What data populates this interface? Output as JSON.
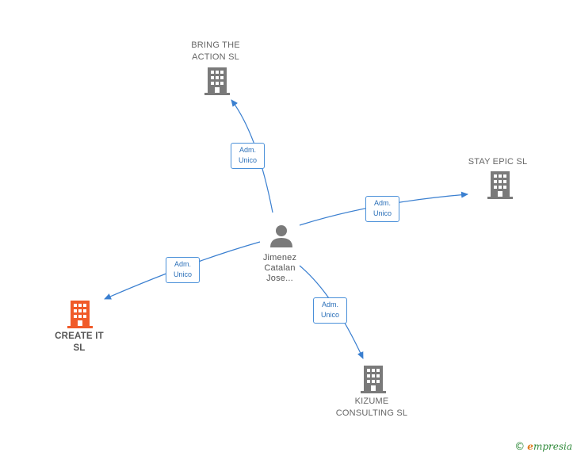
{
  "nodes": {
    "bring_the_action": {
      "line1": "BRING THE",
      "line2": "ACTION  SL"
    },
    "stay_epic": {
      "line1": "STAY EPIC  SL"
    },
    "create_it": {
      "line1": "CREATE IT",
      "line2": "SL"
    },
    "kizume": {
      "line1": "KIZUME",
      "line2": "CONSULTING SL"
    },
    "person": {
      "line1": "Jimenez",
      "line2": "Catalan",
      "line3": "Jose..."
    }
  },
  "edges": {
    "to_bring": {
      "line1": "Adm.",
      "line2": "Unico"
    },
    "to_stay": {
      "line1": "Adm.",
      "line2": "Unico"
    },
    "to_create": {
      "line1": "Adm.",
      "line2": "Unico"
    },
    "to_kizume": {
      "line1": "Adm.",
      "line2": "Unico"
    }
  },
  "colors": {
    "edge": "#4a90d9",
    "building_default": "#7a7a7a",
    "building_highlight": "#f05a28",
    "person": "#7a7a7a"
  },
  "footer": {
    "symbol": "©",
    "brand_first": "e",
    "brand_rest": "mpresia"
  }
}
